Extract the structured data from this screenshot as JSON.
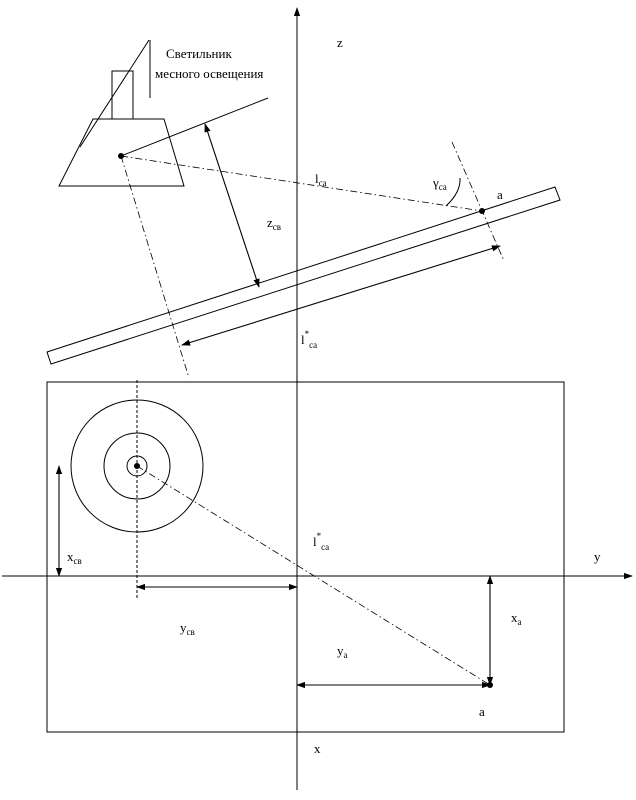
{
  "labels": {
    "axis_z": "z",
    "axis_y": "y",
    "axis_x": "x",
    "lamp_caption_line1": "Светильник",
    "lamp_caption_line2": "месного освещения",
    "l_ca_base": "l",
    "l_ca_sub": "ca",
    "gamma_base": "γ",
    "gamma_sub": "ca",
    "z_cv_base": "z",
    "z_cv_sub": "cв",
    "l_star_base": "l",
    "l_star_sup": "*",
    "l_star_sub": "ca",
    "point_a_top": "a",
    "point_a_bottom": "a",
    "x_cv_base": "x",
    "x_cv_sub": "cв",
    "y_cv_base": "y",
    "y_cv_sub": "cв",
    "x_a_base": "x",
    "x_a_sub": "a",
    "y_a_base": "y",
    "y_a_sub": "a"
  }
}
